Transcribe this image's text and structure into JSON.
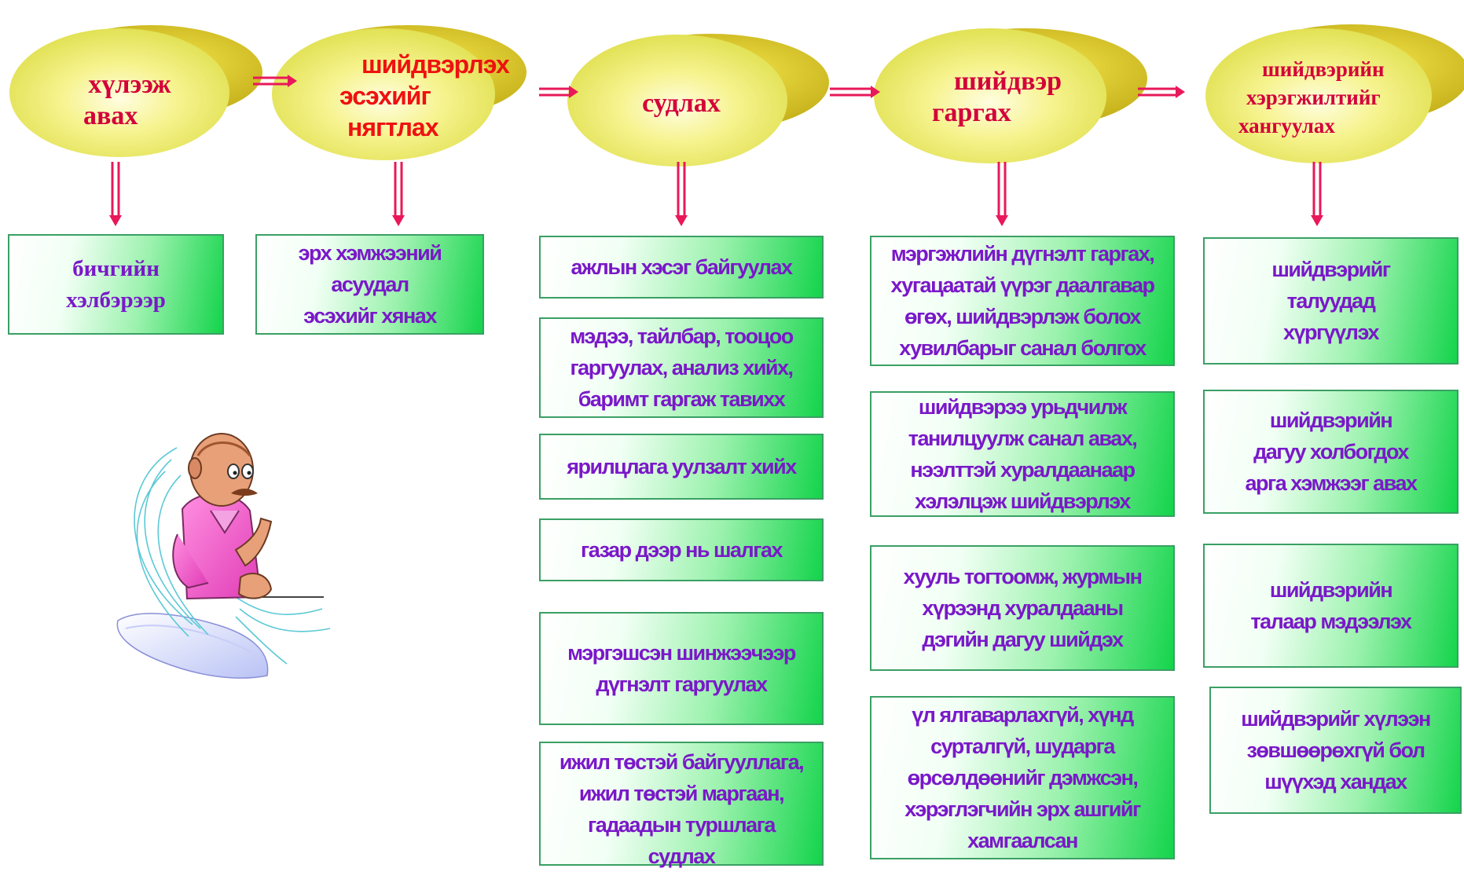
{
  "diagram": {
    "steps": [
      {
        "id": "receive",
        "lines": [
          "хүлээж",
          "авах"
        ]
      },
      {
        "id": "check",
        "lines": [
          "шийдвэрлэх",
          "эсэхийг",
          "нягтлах"
        ]
      },
      {
        "id": "study",
        "lines": [
          "судлах"
        ]
      },
      {
        "id": "decide",
        "lines": [
          "шийдвэр",
          "гаргах"
        ]
      },
      {
        "id": "implement",
        "lines": [
          "шийдвэрийн",
          "хэрэгжилтийг",
          "хангуулах"
        ]
      }
    ],
    "columns": [
      {
        "boxes": [
          {
            "lines": [
              "бичгийн",
              "хэлбэрээр"
            ]
          }
        ]
      },
      {
        "boxes": [
          {
            "lines": [
              "эрх хэмжээний",
              "асуудал",
              "эсэхийг хянах"
            ]
          }
        ]
      },
      {
        "boxes": [
          {
            "lines": [
              "ажлын хэсэг байгуулах"
            ]
          },
          {
            "lines": [
              "мэдээ, тайлбар, тооцоо",
              "гаргуулах, анализ хийх,",
              "баримт гаргаж тавихх"
            ]
          },
          {
            "lines": [
              "ярилцлага  уулзалт хийх"
            ]
          },
          {
            "lines": [
              "газар дээр нь шалгах"
            ]
          },
          {
            "lines": [
              "мэргэшсэн  шинжээчээр",
              "дүгнэлт гаргуулах"
            ]
          },
          {
            "lines": [
              "ижил төстэй байгууллага,",
              "ижил төстэй маргаан,",
              "гадаадын туршлага",
              "судлах"
            ]
          }
        ]
      },
      {
        "boxes": [
          {
            "lines": [
              "мэргэжлийн дүгнэлт гаргах,",
              "хугацаатай үүрэг даалгавар",
              "өгөх,  шийдвэрлэж болох",
              "хувилбарыг санал болгох"
            ]
          },
          {
            "lines": [
              "шийдвэрээ урьдчилж",
              "танилцуулж санал авах,",
              "нээлттэй хуралдаанаар",
              "хэлэлцэж шийдвэрлэх"
            ]
          },
          {
            "lines": [
              "хууль тогтоомж, журмын",
              "хүрээнд хуралдааны",
              "дэгийн дагуу шийдэх"
            ]
          },
          {
            "lines": [
              "үл ялгаварлахгүй, хүнд",
              "сурталгүй, шударга",
              "өрсөлдөөнийг дэмжсэн,",
              "хэрэглэгчийн эрх ашгийг",
              "хамгаалсан"
            ]
          }
        ]
      },
      {
        "boxes": [
          {
            "lines": [
              "шийдвэрийг",
              "талуудад",
              "хүргүүлэх"
            ]
          },
          {
            "lines": [
              "шийдвэрийн",
              "дагуу холбогдох",
              "арга хэмжээг авах"
            ]
          },
          {
            "lines": [
              "шийдвэрийн",
              "талаар мэдээлэх"
            ]
          },
          {
            "lines": [
              "шийдвэрийг хүлээн",
              "зөвшөөрөхгүй бол",
              "шүүхэд хандах"
            ]
          }
        ]
      }
    ],
    "colors": {
      "ellipse_face": "#f2f07c",
      "ellipse_shadow": "#d6c41a",
      "arrow": "#e8185a",
      "box_text": "#7a18c9",
      "step_text_red": "#ee1111",
      "step_text_crimson": "#d3003a",
      "box_border": "#3aa064",
      "box_green": "#14d44b"
    },
    "icons": [
      "thinking-man-icon"
    ]
  }
}
